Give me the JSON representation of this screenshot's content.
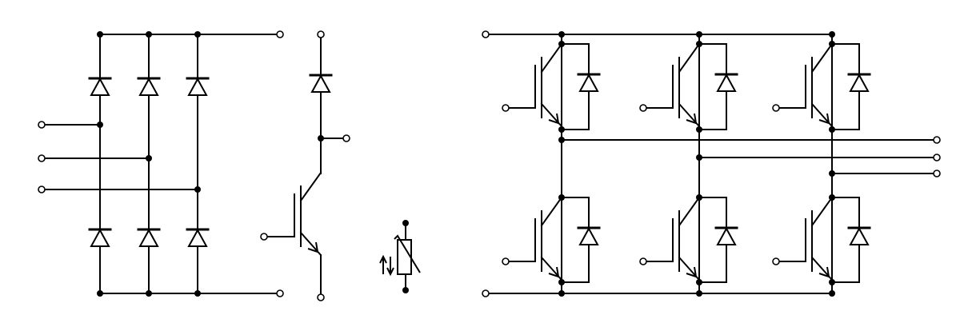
{
  "diagram": {
    "type": "power-module-schematic",
    "sections": [
      "rectifier-bridge",
      "brake-chopper",
      "ntc-thermistor",
      "three-phase-inverter"
    ],
    "colors": {
      "line": "#000000",
      "background": "#ffffff",
      "terminal_fill": "#ffffff"
    }
  }
}
